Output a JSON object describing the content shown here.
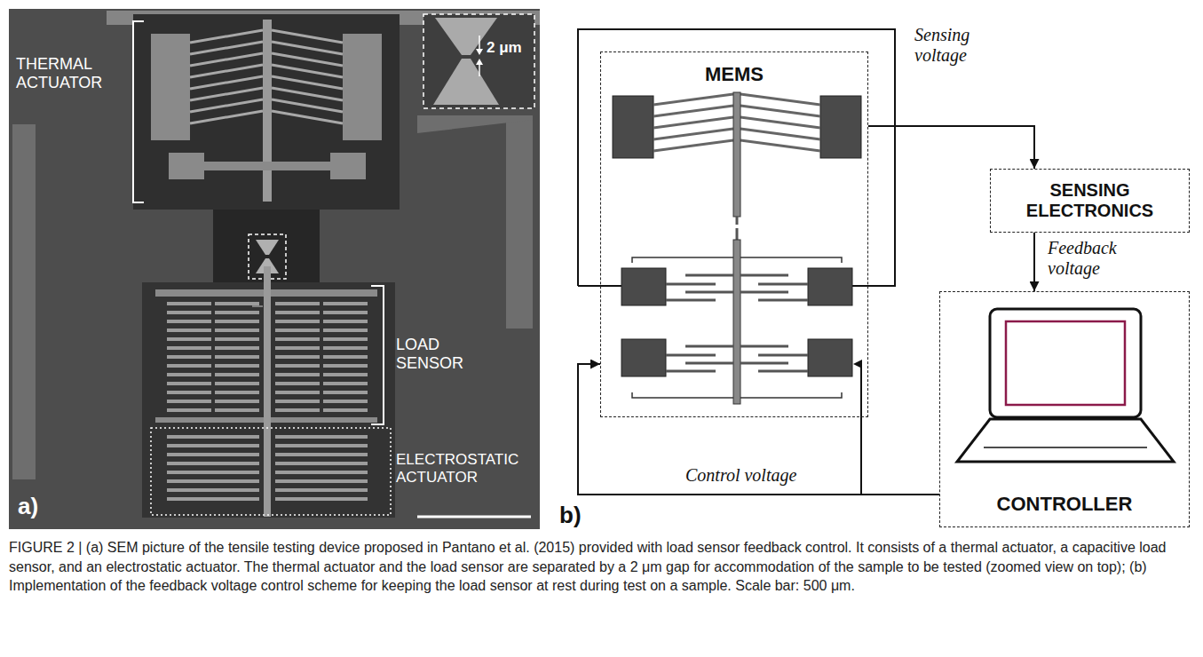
{
  "diagram": {
    "caption": "FIGURE 2 | (a) SEM picture of the tensile testing device proposed in Pantano et al. (2015) provided with load sensor feedback control. It consists of a thermal actuator, a capacitive load sensor, and an electrostatic actuator. The thermal actuator and the load sensor are separated by a 2 μm gap for accommodation of the sample to be tested (zoomed view on top); (b) Implementation of the feedback voltage control scheme for keeping the load sensor at rest during test on a sample. Scale bar: 500 μm.",
    "nodes": [
      {
        "text": [
          "MEMS"
        ]
      },
      {
        "text": [
          "SENSING ELECTRONICS"
        ]
      },
      {
        "text": [
          "CONTROLLER"
        ]
      }
    ],
    "edges": [
      {
        "from": 0,
        "to": 1,
        "label": "Sensing voltage",
        "arrow": "to"
      },
      {
        "from": 1,
        "to": 2,
        "label": "Feedback voltage",
        "arrow": "to"
      },
      {
        "from": 2,
        "to": 0,
        "label": "Control voltage",
        "arrow": "to"
      }
    ],
    "labels": [
      "THERMAL ACTUATOR",
      "2 μm",
      "LOAD SENSOR",
      "ELECTROSTATIC ACTUATOR",
      "a)",
      "b)"
    ]
  }
}
